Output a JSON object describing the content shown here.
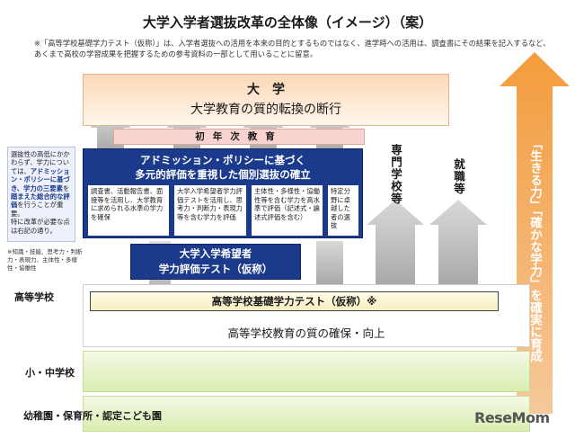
{
  "title": "大学入学者選抜改革の全体像（イメージ）（案）",
  "note": "※「高等学校基礎学力テスト（仮称）」は、入学者選抜への活用を本来の目的とするものではなく、進学時への活用は、調査書にその結果を記入するなど、あくまで高校の学習成果を把握するための参考資料の一部として用いることに留意。",
  "university": {
    "heading": "大　学",
    "subtitle": "大学教育の質的転換の断行"
  },
  "first_year": "初年次教育",
  "admission": {
    "line1": "アドミッション・ポリシーに基づく",
    "line2": "多元的評価を重視した個別選抜の確立",
    "boxes": [
      "調査書、活動報告書、面接等を活用し、大学教育に求められる水準の学力を確保",
      "大学入学希望者学力評価テストを活用し、思考力・判断力・表現力等を含む学力を評価",
      "主体性・多様性・協働性等を含む学力を高水準で評価（記述式・論述式評価を含む）",
      "特定分野に卓越した者の選抜"
    ]
  },
  "desired_test": {
    "line1": "大学入学希望者",
    "line2": "学力評価テスト（仮称）"
  },
  "side_note": {
    "t1": "選抜性の高低にかかわらず、学力については、",
    "hl1": "アドミッション・ポリシーに基づき、学力の三要素",
    "t2": "を",
    "hl2": "踏まえた総合的な評価",
    "t3": "を行うことが重要。",
    "t4": "特に改革が必要な点は右記の通り。"
  },
  "skills_note": "※知識・技能、思考力・判断力・表現力、主体性・多様性・協働性",
  "paths": {
    "vocational": "専門学校等",
    "employment": "就職等"
  },
  "high_school": {
    "label": "高等学校",
    "test": "高等学校基礎学力テスト（仮称）※",
    "quality": "高等学校教育の質の確保・向上"
  },
  "elementary_label": "小・中学校",
  "preschool_label": "幼稚園・保育所・認定こども園",
  "big_arrow_text": "「生きる力」「確かな学力」を確実に育成",
  "logo": "ReseMom",
  "colors": {
    "navy": "#1b3a8c",
    "orange": "#f08a24",
    "green_band": "#d9edb0"
  }
}
